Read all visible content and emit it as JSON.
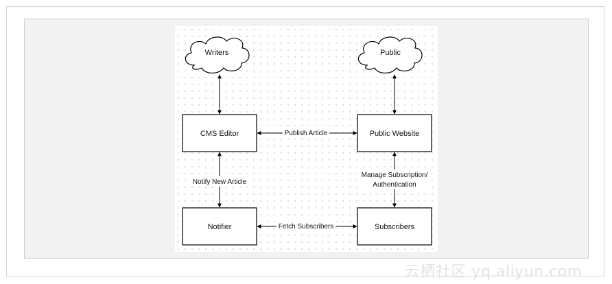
{
  "diagram": {
    "clouds": {
      "writers": "Writers",
      "public": "Public"
    },
    "boxes": {
      "cms_editor": "CMS Editor",
      "public_website": "Public Website",
      "notifier": "Notifier",
      "subscribers": "Subscribers"
    },
    "edges": {
      "publish_article": "Publish Article",
      "notify_new_article": "Notify New Article",
      "manage_subscription_line1": "Manage Subscription/",
      "manage_subscription_line2": "Authentication",
      "fetch_subscribers": "Fetch Subscribers"
    }
  },
  "watermark": "云栖社区 yq.aliyun.com"
}
